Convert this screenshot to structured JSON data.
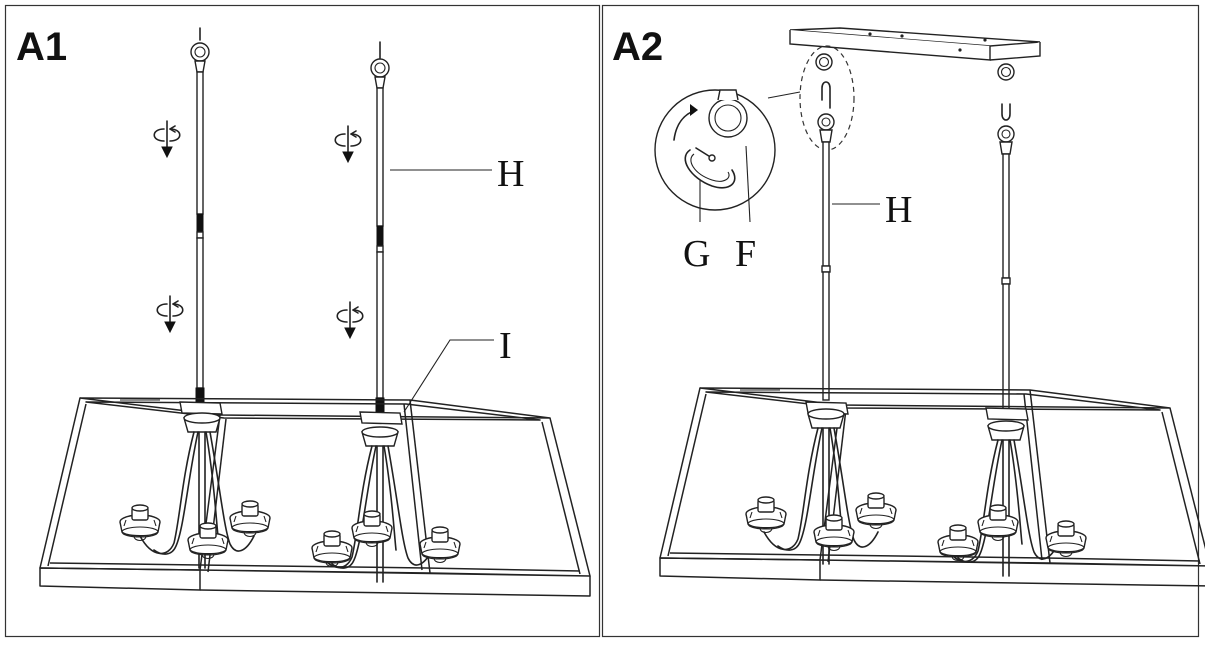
{
  "panels": [
    {
      "id": "A1",
      "title": "A1"
    },
    {
      "id": "A2",
      "title": "A2"
    }
  ],
  "callouts": {
    "a1_h": "H",
    "a1_i": "I",
    "a2_h": "H",
    "a2_g": "G",
    "a2_f": "F"
  },
  "colors": {
    "ink": "#222222",
    "background": "#ffffff"
  },
  "icons": {
    "rotate": "rotate-screw-icon",
    "rotate_detail": "rotate-arrow-icon"
  }
}
